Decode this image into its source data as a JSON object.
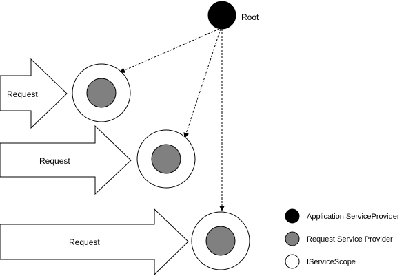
{
  "root": {
    "label": "Root"
  },
  "requests": [
    {
      "label": "Request"
    },
    {
      "label": "Request"
    },
    {
      "label": "Request"
    }
  ],
  "legend": {
    "items": [
      {
        "label": "Application ServiceProvider",
        "fill": "#000000",
        "shape": "black-circle"
      },
      {
        "label": "Request Service Provider",
        "fill": "#808080",
        "shape": "gray-circle"
      },
      {
        "label": "IServiceScope",
        "fill": "#ffffff",
        "shape": "white-circle"
      }
    ]
  },
  "colors": {
    "application_provider": "#000000",
    "request_provider": "#808080",
    "scope": "#ffffff",
    "outline": "#000000"
  }
}
